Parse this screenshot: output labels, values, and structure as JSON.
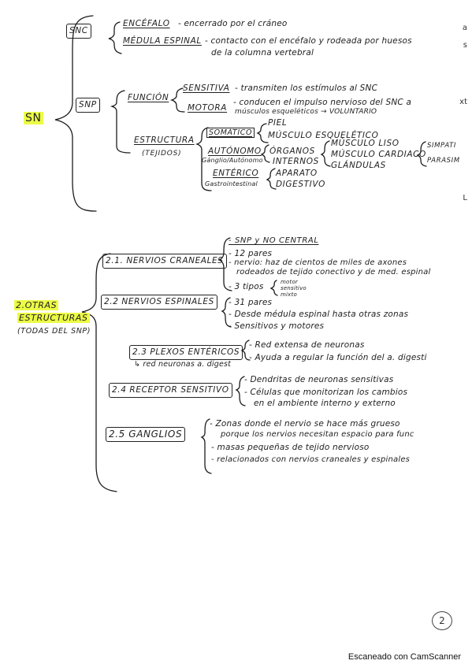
{
  "sn": {
    "title": "SN",
    "snc": {
      "label": "SNC",
      "encefalo": "ENCÉFALO",
      "encefalo_desc": "- encerrado por el cráneo",
      "medula": "MÉDULA ESPINAL",
      "medula_desc1": "- contacto con el encéfalo y rodeada por huesos",
      "medula_desc2": "de la columna vertebral"
    },
    "snp": {
      "label": "SNP",
      "funcion": "FUNCIÓN",
      "sensitiva": "SENSITIVA",
      "sensitiva_desc": "- transmiten los estímulos al SNC",
      "motora": "MOTORA",
      "motora_desc1": "- conducen el impulso nervioso del SNC a",
      "motora_desc2": "músculos esqueléticos → VOLUNTARIO",
      "estructura": "ESTRUCTURA",
      "tejidos": "(TEJIDOS)",
      "somatico": "SOMÁTICO",
      "piel": "PIEL",
      "musculo_esqueletico": "MÚSCULO ESQUELÉTICO",
      "autonomo": "AUTÓNOMO",
      "autonomo_sub": "Gánglio/Autónomo",
      "organos": "ÓRGANOS",
      "internos": "INTERNOS",
      "musculo_liso": "MÚSCULO LISO",
      "musculo_cardiaco": "MÚSCULO CARDIACO",
      "glandulas": "GLÁNDULAS",
      "simpatico": "SIMPATI",
      "parasimpatico": "PARASIM",
      "enterico": "ENTÉRICO",
      "enterico_sub": "Gastrointestinal",
      "aparato": "APARATO",
      "digestivo": "DIGESTIVO"
    },
    "edge_marks": [
      "a",
      "s",
      "xt",
      "L"
    ]
  },
  "otras": {
    "title1": "2.OTRAS",
    "title2": "ESTRUCTURAS",
    "subtitle": "(TODAS DEL SNP)",
    "nervios_craneales": {
      "label": "2.1. NERVIOS CRANEALES",
      "items": [
        "- SNP y NO CENTRAL",
        "- 12 pares",
        "- nervio: haz de cientos de miles de axones",
        "rodeados de tejido conectivo y de med. espinal",
        "- 3 tipos"
      ],
      "tipos": [
        "motor",
        "sensitivo",
        "mixto"
      ]
    },
    "nervios_espinales": {
      "label": "2.2 NERVIOS ESPINALES",
      "items": [
        "- 31 pares",
        "- Desde médula espinal hasta otras zonas",
        "- Sensitivos y motores"
      ]
    },
    "plexos": {
      "label": "2.3 PLEXOS ENTÉRICOS",
      "sub": "↳ red neuronas a. digest",
      "items": [
        "- Red extensa de neuronas",
        "- Ayuda a regular la función del a. digesti"
      ]
    },
    "receptor": {
      "label": "2.4 RECEPTOR SENSITIVO",
      "items": [
        "- Dendritas de neuronas sensitivas",
        "- Células que monitorizan los cambios",
        "en el ambiente interno y externo"
      ]
    },
    "ganglios": {
      "label": "2.5 GANGLIOS",
      "items": [
        "- Zonas donde el nervio se hace más grueso",
        "porque los nervios necesitan espacio para func",
        "- masas pequeñas de tejido nervioso",
        "- relacionados con nervios craneales y espinales"
      ]
    }
  },
  "page_number": "2",
  "footer": "Escaneado con CamScanner",
  "colors": {
    "highlight": "#ecfc45",
    "ink": "#1d1d1f"
  }
}
